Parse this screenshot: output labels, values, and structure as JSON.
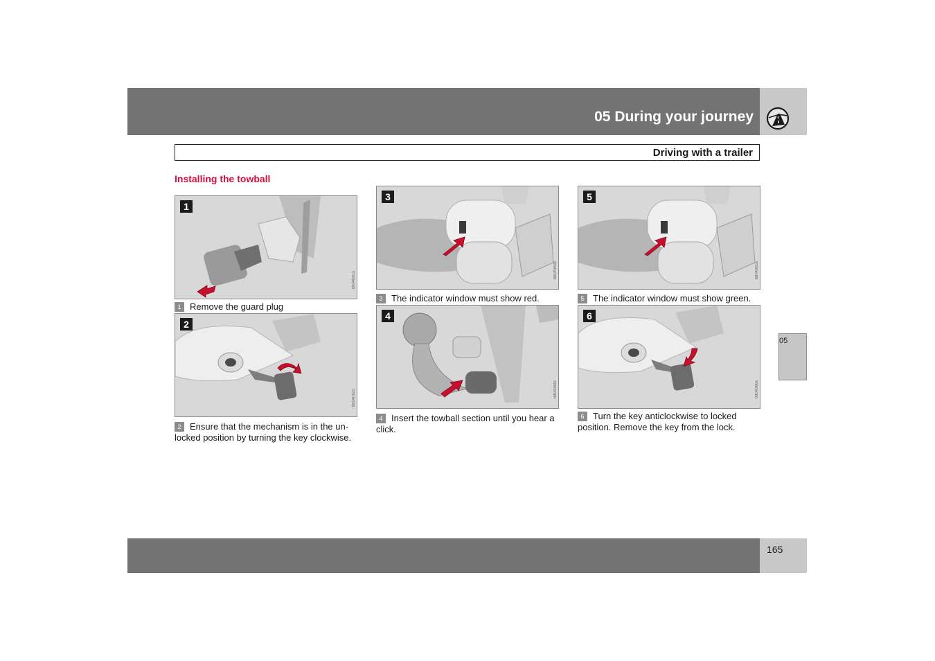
{
  "header": {
    "chapter_title": "05 During your journey",
    "icon": "road-icon"
  },
  "section": {
    "title": "Driving with a trailer"
  },
  "heading": "Installing the towball",
  "colors": {
    "band_gray": "#737373",
    "light_gray": "#c8c8c8",
    "heading_red": "#d0103a",
    "arrow_red": "#c8102e"
  },
  "figures": [
    {
      "number": "1",
      "code": "8804081s"
    },
    {
      "number": "2",
      "code": "8804092s"
    },
    {
      "number": "3",
      "code": "8804083s"
    },
    {
      "number": "4",
      "code": "8804084s"
    },
    {
      "number": "5",
      "code": "8804085s"
    },
    {
      "number": "6",
      "code": "8804086s"
    }
  ],
  "steps": [
    {
      "number": "1",
      "text": "Remove the guard plug"
    },
    {
      "number": "2",
      "text": "Ensure that the mechanism is in the un-locked position by turning the key clockwise."
    },
    {
      "number": "3",
      "text": "The indicator window must show red."
    },
    {
      "number": "4",
      "text": "Insert the towball section until you hear a click."
    },
    {
      "number": "5",
      "text": "The indicator window must show green."
    },
    {
      "number": "6",
      "text": "Turn the key anticlockwise to locked position. Remove the key from the lock."
    }
  ],
  "side_tab": {
    "label": "05"
  },
  "footer": {
    "page_number": "165"
  }
}
